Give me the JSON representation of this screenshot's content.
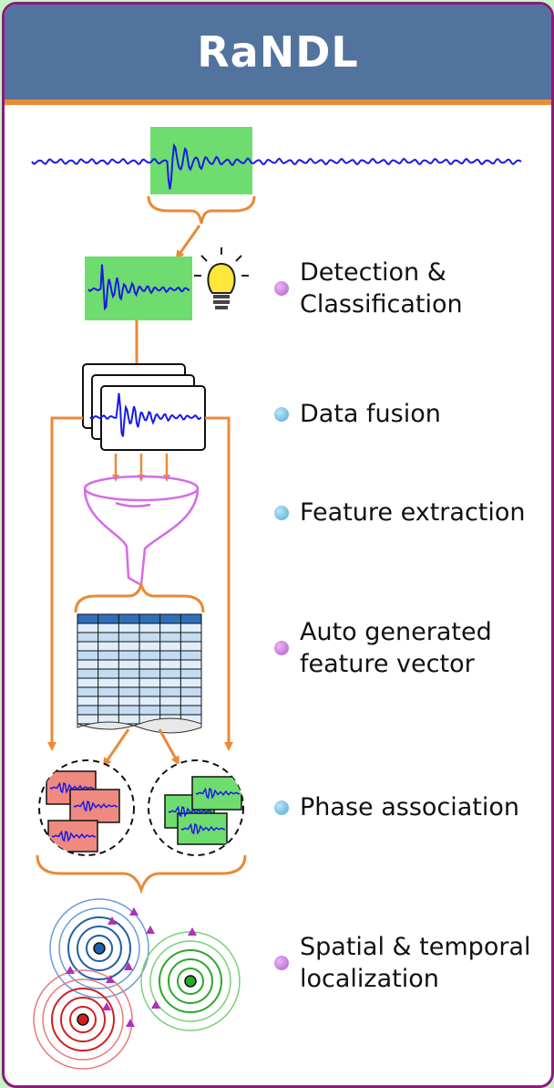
{
  "title": "RaNDL",
  "steps": [
    {
      "text": "Detection &\nClassification",
      "bullet": "#b25dcc"
    },
    {
      "text": "Data fusion",
      "bullet": "#4ea9d6"
    },
    {
      "text": "Feature extraction",
      "bullet": "#4ea9d6"
    },
    {
      "text": "Auto generated\nfeature vector",
      "bullet": "#b25dcc"
    },
    {
      "text": "Phase association",
      "bullet": "#4ea9d6"
    },
    {
      "text": "Spatial & temporal\nlocalization",
      "bullet": "#b25dcc"
    }
  ],
  "icons": [
    "waveform-icon",
    "lightbulb-icon",
    "funnel-icon",
    "table-icon",
    "cluster-icon",
    "epicenter-icon"
  ],
  "colors": {
    "header": "#51739e",
    "accent_orange": "#e98a37",
    "border": "#8c1a7a",
    "background": "#c8f2c8",
    "highlight_green": "#6fdc6f",
    "highlight_red": "#f08a80",
    "wave_blue": "#1a1ae6",
    "funnel": "#d46be8"
  }
}
